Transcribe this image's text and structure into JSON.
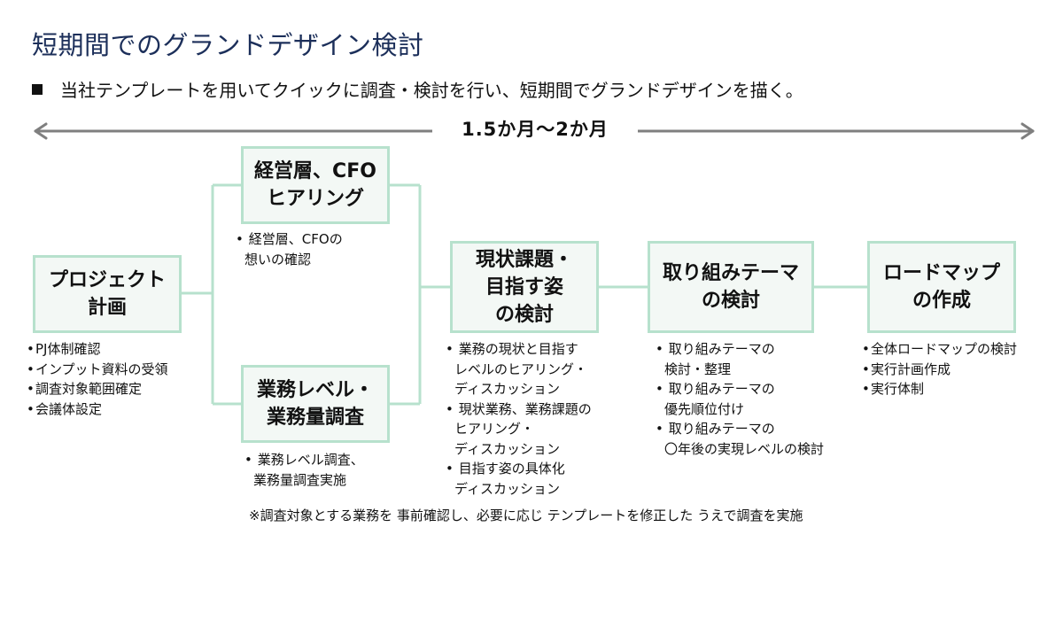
{
  "page": {
    "title": "短期間でのグランドデザイン検討",
    "subtitle": "当社テンプレートを用いてクイックに調査・検討を行い、短期間でグランドデザインを描く。",
    "duration": "1.5か月～2か月"
  },
  "steps": [
    {
      "id": "project-plan",
      "label": "プロジェクト\n計画",
      "notes": [
        "PJ体制確認",
        "インプット資料の受領",
        "調査対象範囲確定",
        "会議体設定"
      ]
    },
    {
      "id": "exec-hearing",
      "label": "経営層、CFO\nヒアリング",
      "notes": [
        [
          "経営層、CFOの",
          "想いの確認"
        ]
      ]
    },
    {
      "id": "work-survey",
      "label": "業務レベル・\n業務量調査",
      "notes": [
        [
          "業務レベル調査、",
          "業務量調査実施"
        ]
      ],
      "remark": "※調査対象とする業務を\n事前確認し、必要に応じ\nテンプレートを修正した\nうえで調査を実施"
    },
    {
      "id": "current-issues",
      "label": "現状課題・\n目指す姿\nの検討",
      "notes": [
        [
          "業務の現状と目指す",
          "レベルのヒアリング・",
          "ディスカッション"
        ],
        [
          "現状業務、業務課題の",
          "ヒアリング・",
          "ディスカッション"
        ],
        [
          "目指す姿の具体化",
          "ディスカッション"
        ]
      ]
    },
    {
      "id": "theme-review",
      "label": "取り組みテーマ\nの検討",
      "notes": [
        [
          "取り組みテーマの",
          "検討・整理"
        ],
        [
          "取り組みテーマの",
          "優先順位付け"
        ],
        [
          "取り組みテーマの",
          "〇年後の実現レベルの検討"
        ]
      ]
    },
    {
      "id": "roadmap",
      "label": "ロードマップ\nの作成",
      "notes": [
        "全体ロードマップの検討",
        "実行計画作成",
        "実行体制"
      ]
    }
  ],
  "colors": {
    "title": "#1c2f5a",
    "box_border": "#b7e1cd",
    "box_fill": "#f3f8f5",
    "connector": "#b7e1cd",
    "arrow": "#7f7f7f"
  }
}
